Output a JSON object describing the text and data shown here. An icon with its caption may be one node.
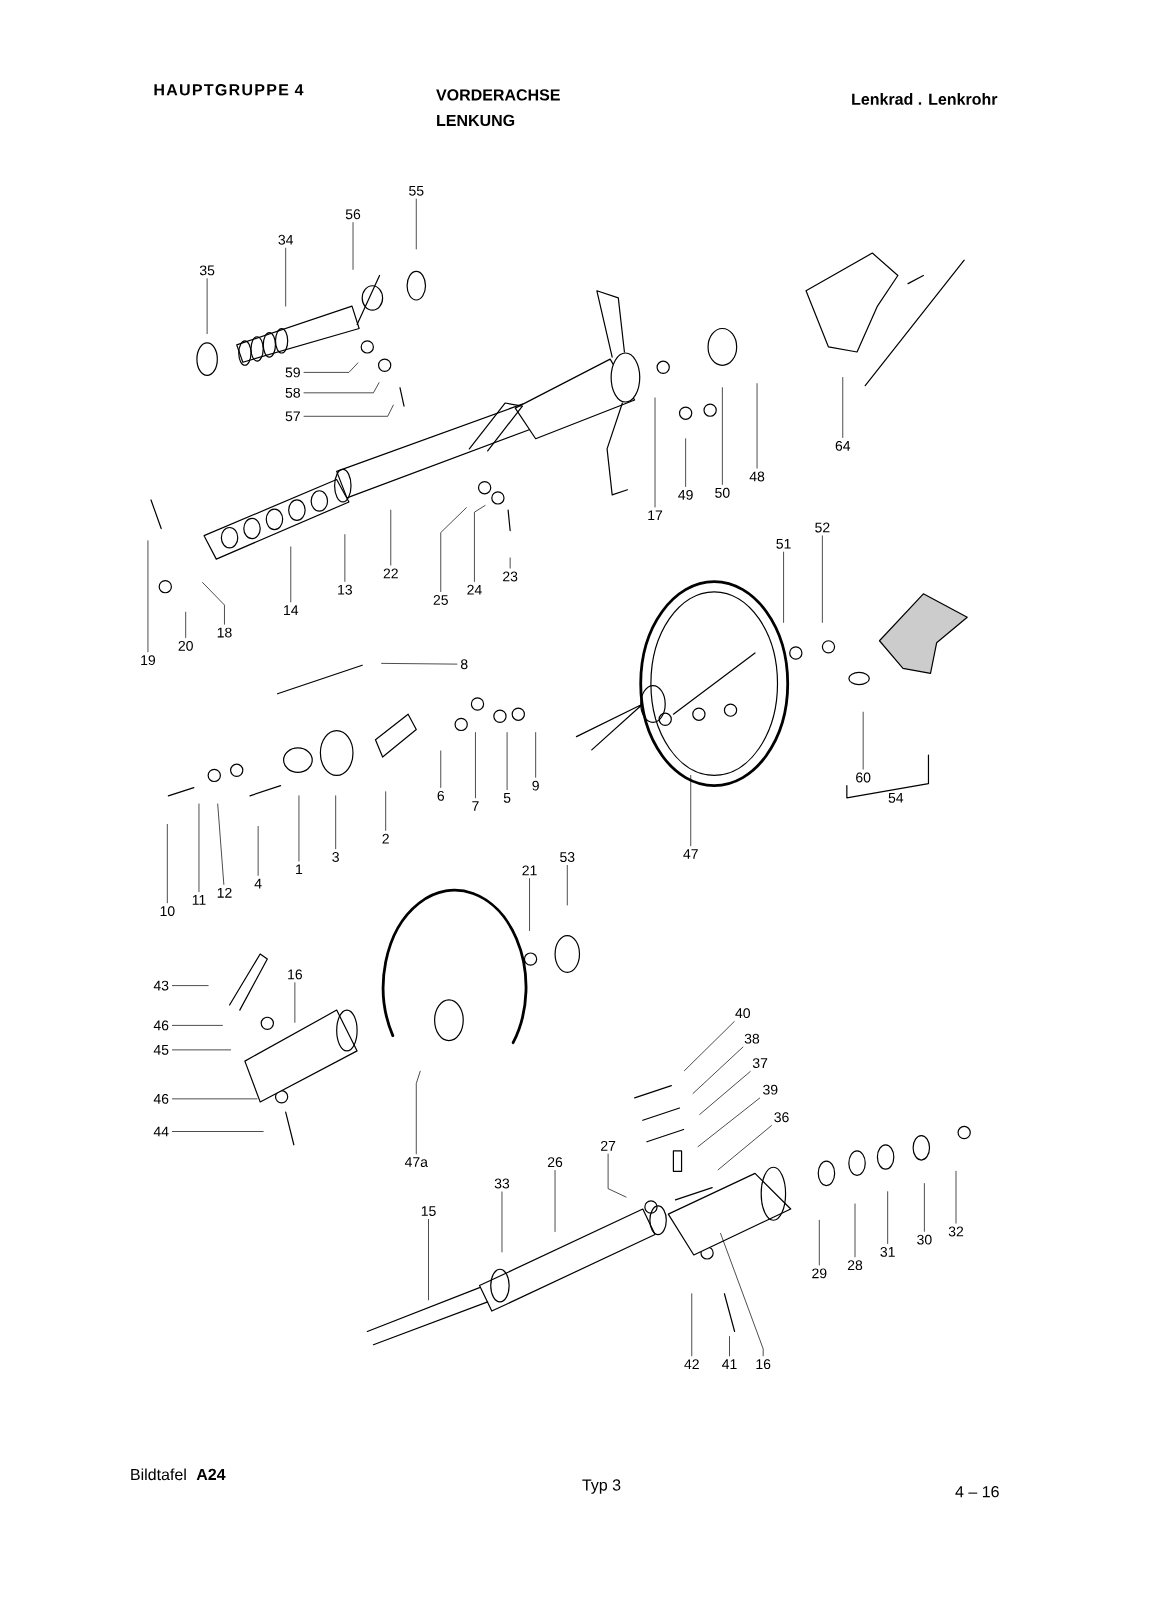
{
  "diagram": {
    "nodes": [
      {
        "text": [
          "55"
        ]
      },
      {
        "text": [
          "56"
        ]
      },
      {
        "text": [
          "34"
        ]
      },
      {
        "text": [
          "35"
        ]
      },
      {
        "text": [
          "59"
        ]
      },
      {
        "text": [
          "58"
        ]
      },
      {
        "text": [
          "57"
        ]
      },
      {
        "text": [
          "17"
        ]
      },
      {
        "text": [
          "49"
        ]
      },
      {
        "text": [
          "50"
        ]
      },
      {
        "text": [
          "48"
        ]
      },
      {
        "text": [
          "64"
        ]
      },
      {
        "text": [
          "19"
        ]
      },
      {
        "text": [
          "20"
        ]
      },
      {
        "text": [
          "18"
        ]
      },
      {
        "text": [
          "14"
        ]
      },
      {
        "text": [
          "13"
        ]
      },
      {
        "text": [
          "22"
        ]
      },
      {
        "text": [
          "25"
        ]
      },
      {
        "text": [
          "24"
        ]
      },
      {
        "text": [
          "23"
        ]
      },
      {
        "text": [
          "8"
        ]
      },
      {
        "text": [
          "51"
        ]
      },
      {
        "text": [
          "52"
        ]
      },
      {
        "text": [
          "6"
        ]
      },
      {
        "text": [
          "7"
        ]
      },
      {
        "text": [
          "5"
        ]
      },
      {
        "text": [
          "9"
        ]
      },
      {
        "text": [
          "60"
        ]
      },
      {
        "text": [
          "54"
        ]
      },
      {
        "text": [
          "47"
        ]
      },
      {
        "text": [
          "2"
        ]
      },
      {
        "text": [
          "3"
        ]
      },
      {
        "text": [
          "1"
        ]
      },
      {
        "text": [
          "4"
        ]
      },
      {
        "text": [
          "12"
        ]
      },
      {
        "text": [
          "11"
        ]
      },
      {
        "text": [
          "10"
        ]
      },
      {
        "text": [
          "21"
        ]
      },
      {
        "text": [
          "53"
        ]
      },
      {
        "text": [
          "43"
        ]
      },
      {
        "text": [
          "16"
        ]
      },
      {
        "text": [
          "46"
        ]
      },
      {
        "text": [
          "45"
        ]
      },
      {
        "text": [
          "46"
        ]
      },
      {
        "text": [
          "44"
        ]
      },
      {
        "text": [
          "47a"
        ]
      },
      {
        "text": [
          "40"
        ]
      },
      {
        "text": [
          "38"
        ]
      },
      {
        "text": [
          "37"
        ]
      },
      {
        "text": [
          "39"
        ]
      },
      {
        "text": [
          "36"
        ]
      },
      {
        "text": [
          "27"
        ]
      },
      {
        "text": [
          "26"
        ]
      },
      {
        "text": [
          "33"
        ]
      },
      {
        "text": [
          "15"
        ]
      },
      {
        "text": [
          "29"
        ]
      },
      {
        "text": [
          "28"
        ]
      },
      {
        "text": [
          "31"
        ]
      },
      {
        "text": [
          "30"
        ]
      },
      {
        "text": [
          "32"
        ]
      },
      {
        "text": [
          "42"
        ]
      },
      {
        "text": [
          "41"
        ]
      },
      {
        "text": [
          "16"
        ]
      }
    ],
    "edges": [
      {
        "from": 0,
        "to": null,
        "arrow": "none"
      },
      {
        "from": 1,
        "to": null,
        "arrow": "none"
      },
      {
        "from": 2,
        "to": null,
        "arrow": "none"
      },
      {
        "from": 3,
        "to": null,
        "arrow": "none"
      },
      {
        "from": 4,
        "to": null,
        "arrow": "none"
      },
      {
        "from": 5,
        "to": null,
        "arrow": "none"
      },
      {
        "from": 6,
        "to": null,
        "arrow": "none"
      },
      {
        "from": 7,
        "to": null,
        "arrow": "none"
      },
      {
        "from": 8,
        "to": null,
        "arrow": "none"
      },
      {
        "from": 9,
        "to": null,
        "arrow": "none"
      },
      {
        "from": 10,
        "to": null,
        "arrow": "none"
      },
      {
        "from": 11,
        "to": null,
        "arrow": "none"
      },
      {
        "from": 12,
        "to": null,
        "arrow": "none"
      },
      {
        "from": 13,
        "to": null,
        "arrow": "none"
      },
      {
        "from": 14,
        "to": null,
        "arrow": "none"
      },
      {
        "from": 15,
        "to": null,
        "arrow": "none"
      },
      {
        "from": 16,
        "to": null,
        "arrow": "none"
      },
      {
        "from": 17,
        "to": null,
        "arrow": "none"
      },
      {
        "from": 18,
        "to": null,
        "arrow": "none"
      },
      {
        "from": 19,
        "to": null,
        "arrow": "none"
      },
      {
        "from": 20,
        "to": null,
        "arrow": "none"
      },
      {
        "from": 21,
        "to": null,
        "arrow": "none"
      },
      {
        "from": 22,
        "to": null,
        "arrow": "none"
      },
      {
        "from": 23,
        "to": null,
        "arrow": "none"
      },
      {
        "from": 24,
        "to": null,
        "arrow": "none"
      },
      {
        "from": 25,
        "to": null,
        "arrow": "none"
      },
      {
        "from": 26,
        "to": null,
        "arrow": "none"
      },
      {
        "from": 27,
        "to": null,
        "arrow": "none"
      },
      {
        "from": 28,
        "to": null,
        "arrow": "none"
      },
      {
        "from": 30,
        "to": null,
        "arrow": "none"
      },
      {
        "from": 31,
        "to": null,
        "arrow": "none"
      },
      {
        "from": 32,
        "to": null,
        "arrow": "none"
      },
      {
        "from": 33,
        "to": null,
        "arrow": "none"
      },
      {
        "from": 34,
        "to": null,
        "arrow": "none"
      },
      {
        "from": 35,
        "to": null,
        "arrow": "none"
      },
      {
        "from": 36,
        "to": null,
        "arrow": "none"
      },
      {
        "from": 37,
        "to": null,
        "arrow": "none"
      },
      {
        "from": 38,
        "to": null,
        "arrow": "none"
      },
      {
        "from": 39,
        "to": null,
        "arrow": "none"
      },
      {
        "from": 40,
        "to": null,
        "arrow": "none"
      },
      {
        "from": 41,
        "to": null,
        "arrow": "none"
      },
      {
        "from": 42,
        "to": null,
        "arrow": "none"
      },
      {
        "from": 43,
        "to": null,
        "arrow": "none"
      },
      {
        "from": 44,
        "to": null,
        "arrow": "none"
      },
      {
        "from": 45,
        "to": null,
        "arrow": "none"
      },
      {
        "from": 46,
        "to": null,
        "arrow": "none"
      },
      {
        "from": 47,
        "to": null,
        "arrow": "none"
      },
      {
        "from": 48,
        "to": null,
        "arrow": "none"
      },
      {
        "from": 49,
        "to": null,
        "arrow": "none"
      },
      {
        "from": 50,
        "to": null,
        "arrow": "none"
      },
      {
        "from": 51,
        "to": null,
        "arrow": "none"
      },
      {
        "from": 52,
        "to": null,
        "arrow": "none"
      },
      {
        "from": 53,
        "to": null,
        "arrow": "none"
      },
      {
        "from": 54,
        "to": null,
        "arrow": "none"
      },
      {
        "from": 55,
        "to": null,
        "arrow": "none"
      },
      {
        "from": 56,
        "to": null,
        "arrow": "none"
      },
      {
        "from": 57,
        "to": null,
        "arrow": "none"
      },
      {
        "from": 58,
        "to": null,
        "arrow": "none"
      },
      {
        "from": 59,
        "to": null,
        "arrow": "none"
      },
      {
        "from": 60,
        "to": null,
        "arrow": "none"
      },
      {
        "from": 61,
        "to": null,
        "arrow": "none"
      },
      {
        "from": 62,
        "to": null,
        "arrow": "none"
      },
      {
        "from": 63,
        "to": null,
        "arrow": "none"
      }
    ],
    "labels": [
      "HAUPTGRUPPE 4",
      "VORDERACHSE",
      "LENKUNG",
      "Lenkrad . Lenkrohr",
      "Bildtafel",
      "A24",
      "Typ 3",
      "4 – 16"
    ]
  }
}
